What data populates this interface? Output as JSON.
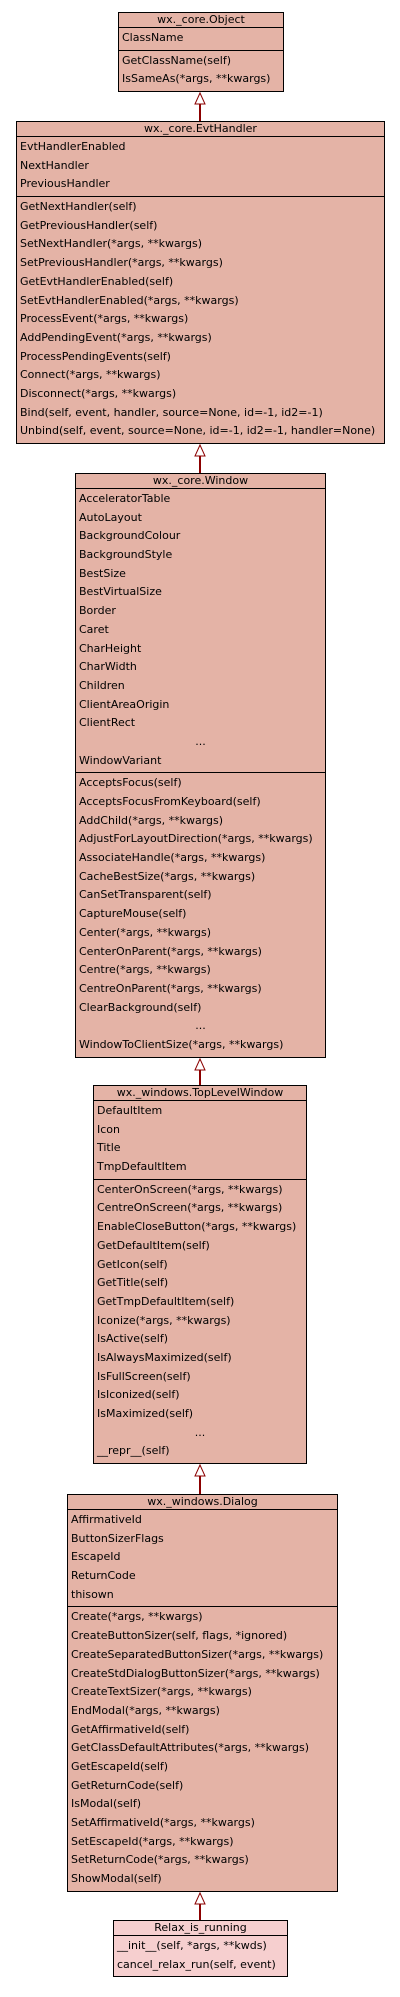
{
  "classes": [
    {
      "name": "wx._core.Object",
      "attributes": [
        "ClassName"
      ],
      "methods": [
        "GetClassName(self)",
        "IsSameAs(*args, **kwargs)"
      ]
    },
    {
      "name": "wx._core.EvtHandler",
      "attributes": [
        "EvtHandlerEnabled",
        "NextHandler",
        "PreviousHandler"
      ],
      "methods": [
        "GetNextHandler(self)",
        "GetPreviousHandler(self)",
        "SetNextHandler(*args, **kwargs)",
        "SetPreviousHandler(*args, **kwargs)",
        "GetEvtHandlerEnabled(self)",
        "SetEvtHandlerEnabled(*args, **kwargs)",
        "ProcessEvent(*args, **kwargs)",
        "AddPendingEvent(*args, **kwargs)",
        "ProcessPendingEvents(self)",
        "Connect(*args, **kwargs)",
        "Disconnect(*args, **kwargs)",
        "Bind(self, event, handler, source=None, id=-1, id2=-1)",
        "Unbind(self, event, source=None, id=-1, id2=-1, handler=None)"
      ]
    },
    {
      "name": "wx._core.Window",
      "attributes": [
        "AcceleratorTable",
        "AutoLayout",
        "BackgroundColour",
        "BackgroundStyle",
        "BestSize",
        "BestVirtualSize",
        "Border",
        "Caret",
        "CharHeight",
        "CharWidth",
        "Children",
        "ClientAreaOrigin",
        "ClientRect",
        "...",
        "WindowVariant"
      ],
      "methods": [
        "AcceptsFocus(self)",
        "AcceptsFocusFromKeyboard(self)",
        "AddChild(*args, **kwargs)",
        "AdjustForLayoutDirection(*args, **kwargs)",
        "AssociateHandle(*args, **kwargs)",
        "CacheBestSize(*args, **kwargs)",
        "CanSetTransparent(self)",
        "CaptureMouse(self)",
        "Center(*args, **kwargs)",
        "CenterOnParent(*args, **kwargs)",
        "Centre(*args, **kwargs)",
        "CentreOnParent(*args, **kwargs)",
        "ClearBackground(self)",
        "...",
        "WindowToClientSize(*args, **kwargs)"
      ]
    },
    {
      "name": "wx._windows.TopLevelWindow",
      "attributes": [
        "DefaultItem",
        "Icon",
        "Title",
        "TmpDefaultItem"
      ],
      "methods": [
        "CenterOnScreen(*args, **kwargs)",
        "CentreOnScreen(*args, **kwargs)",
        "EnableCloseButton(*args, **kwargs)",
        "GetDefaultItem(self)",
        "GetIcon(self)",
        "GetTitle(self)",
        "GetTmpDefaultItem(self)",
        "Iconize(*args, **kwargs)",
        "IsActive(self)",
        "IsAlwaysMaximized(self)",
        "IsFullScreen(self)",
        "IsIconized(self)",
        "IsMaximized(self)",
        "...",
        "__repr__(self)"
      ]
    },
    {
      "name": "wx._windows.Dialog",
      "attributes": [
        "AffirmativeId",
        "ButtonSizerFlags",
        "EscapeId",
        "ReturnCode",
        "thisown"
      ],
      "methods": [
        "Create(*args, **kwargs)",
        "CreateButtonSizer(self, flags, *ignored)",
        "CreateSeparatedButtonSizer(*args, **kwargs)",
        "CreateStdDialogButtonSizer(*args, **kwargs)",
        "CreateTextSizer(*args, **kwargs)",
        "EndModal(*args, **kwargs)",
        "GetAffirmativeId(self)",
        "GetClassDefaultAttributes(*args, **kwargs)",
        "GetEscapeId(self)",
        "GetReturnCode(self)",
        "IsModal(self)",
        "SetAffirmativeId(*args, **kwargs)",
        "SetEscapeId(*args, **kwargs)",
        "SetReturnCode(*args, **kwargs)",
        "ShowModal(self)"
      ]
    },
    {
      "name": "Relax_is_running",
      "attributes": [],
      "methods": [
        "__init__(self, *args, **kwds)",
        "cancel_relax_run(self, event)"
      ]
    }
  ],
  "colors": {
    "box_fill": "#e4b3a6",
    "leaf_fill": "#f6cfcf",
    "edge": "#8b0000"
  }
}
